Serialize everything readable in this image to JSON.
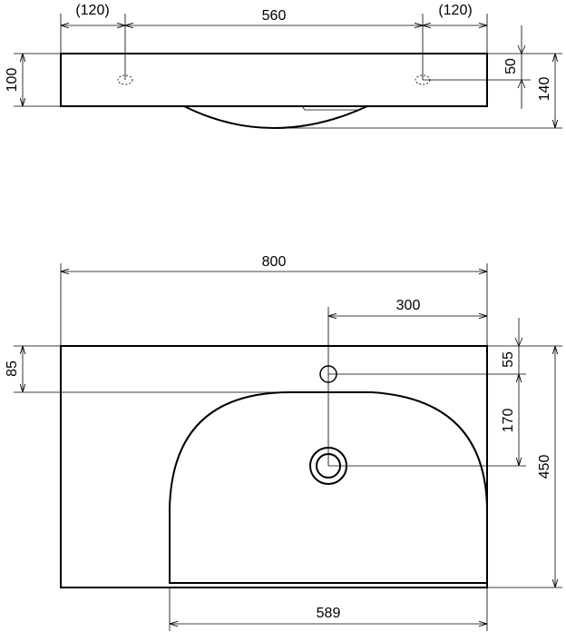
{
  "side_view": {
    "dim_left_offset": "(120)",
    "dim_hole_spacing": "560",
    "dim_right_offset": "(120)",
    "dim_thickness": "100",
    "dim_hole_height": "50",
    "dim_total_height": "140"
  },
  "plan_view": {
    "dim_width": "800",
    "dim_tap_offset": "300",
    "dim_bowl_edge": "85",
    "dim_tap_hole": "55",
    "dim_drain_offset": "170",
    "dim_depth": "450",
    "dim_bowl_width": "589"
  }
}
